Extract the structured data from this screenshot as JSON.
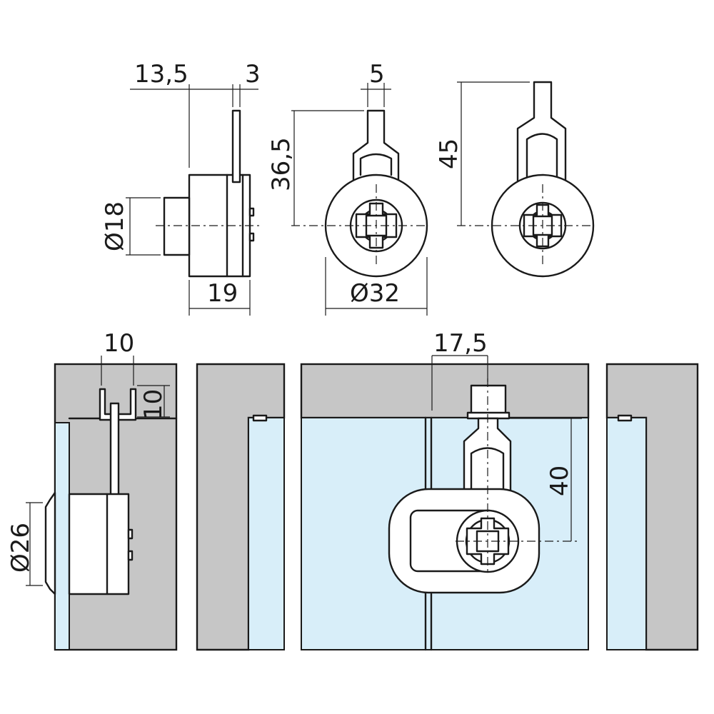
{
  "dimensions": {
    "side_depth": "13,5",
    "side_cam": "3",
    "side_diameter": "Ø18",
    "side_length": "19",
    "front_cam_width": "5",
    "front_height": "36,5",
    "front_diameter": "Ø32",
    "rear_height": "45",
    "install_width": "10",
    "install_depth": "10",
    "install_diameter": "Ø26",
    "install_offset": "17,5",
    "install_height": "40"
  },
  "colors": {
    "line": "#1a1a1a",
    "wall": "#c6c6c6",
    "glass": "#d8eef9",
    "part": "#ffffff"
  }
}
